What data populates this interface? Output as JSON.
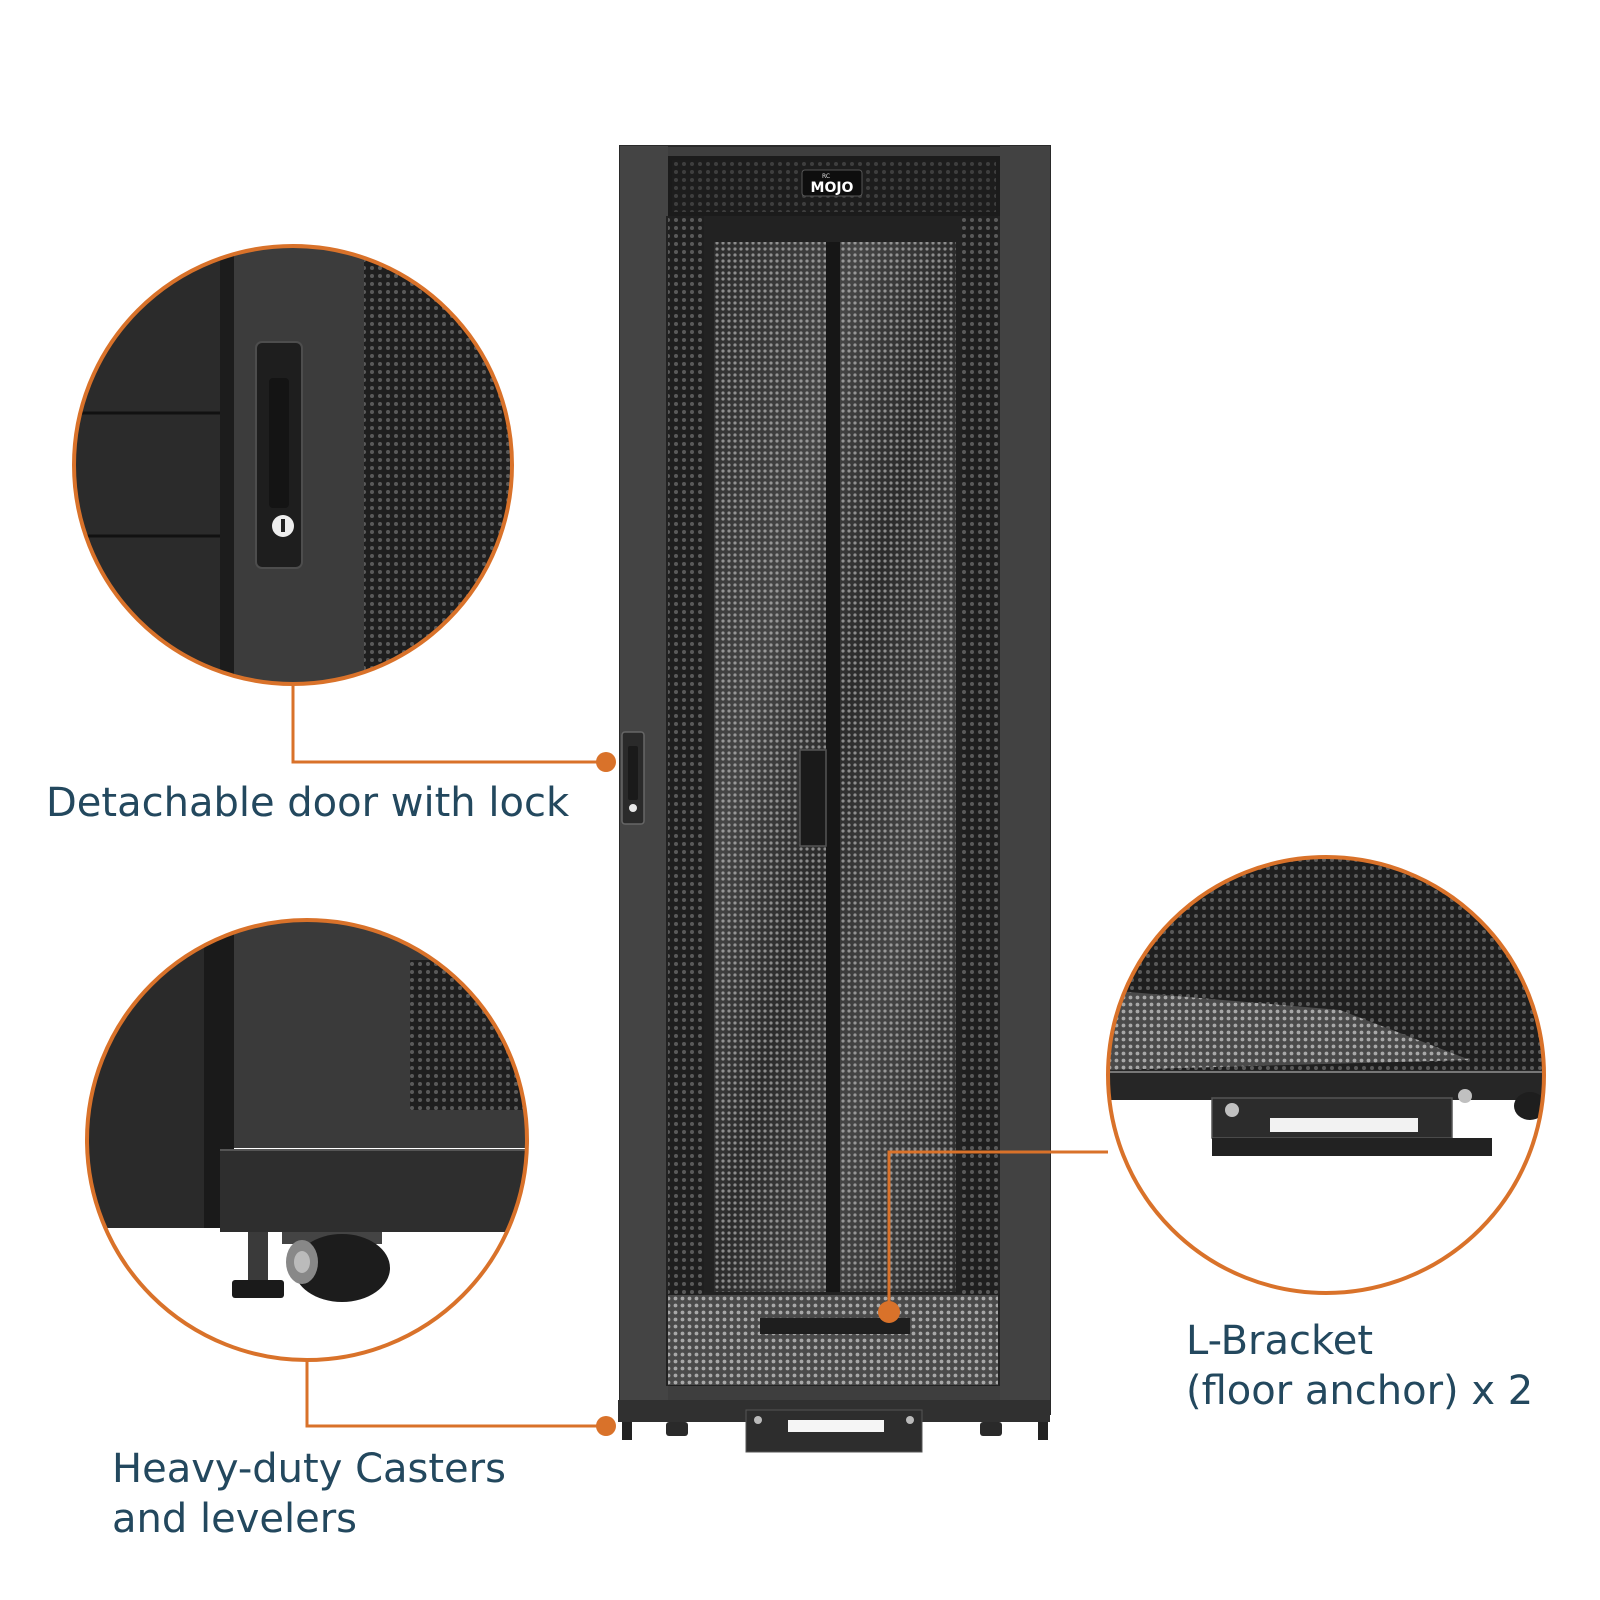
{
  "brand": {
    "logo_text": "MOJO",
    "logo_small_text": "RC"
  },
  "callouts": {
    "door": {
      "label": "Detachable door with lock"
    },
    "casters": {
      "line1": "Heavy-duty Casters",
      "line2": "and levelers"
    },
    "bracket": {
      "line1": "L-Bracket",
      "line2": "(floor anchor) x 2"
    }
  },
  "colors": {
    "accent": "#d9722a",
    "label_text": "#23485e",
    "cabinet": "#3b3b3b",
    "mesh": "#6d6d6d"
  }
}
